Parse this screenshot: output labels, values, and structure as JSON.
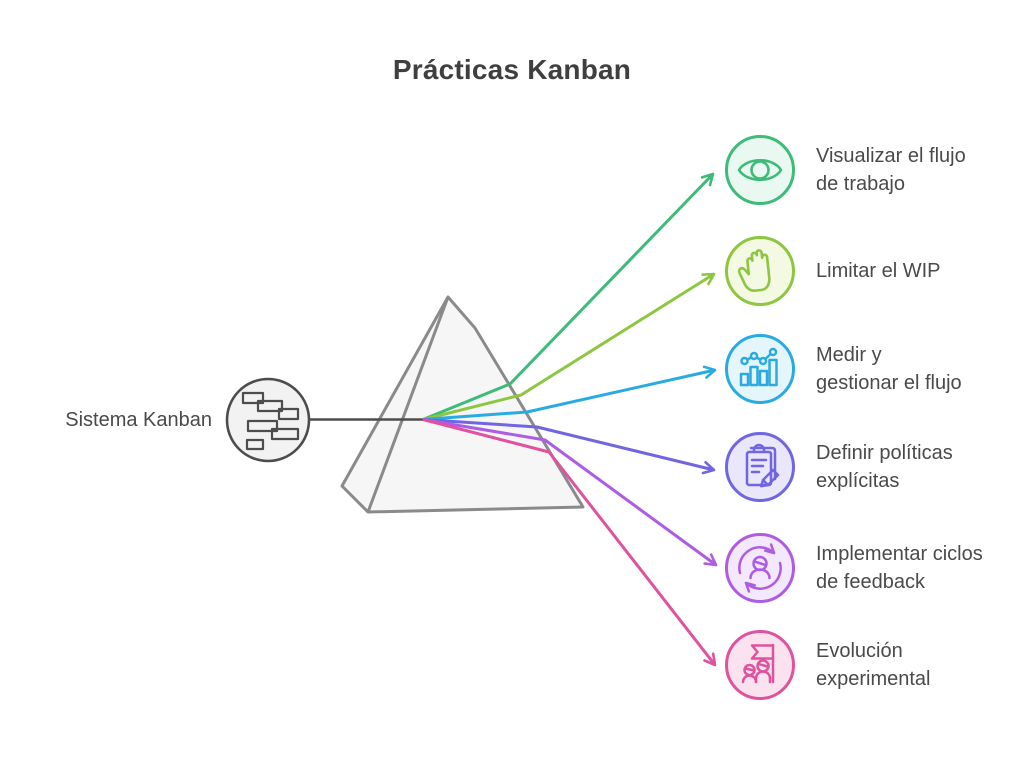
{
  "title": "Prácticas Kanban",
  "source": {
    "label": "Sistema Kanban",
    "ink": "#4d4d4d",
    "fill": "#f2f2f2"
  },
  "prism": {
    "stroke": "#8a8a8a",
    "fill": "#f6f6f6"
  },
  "items": [
    {
      "label": "Visualizar el flujo\nde trabajo",
      "icon": "eye-icon",
      "color": "#3dbb78",
      "tint": "#e9f8f0"
    },
    {
      "label": "Limitar el WIP",
      "icon": "hand-stop-icon",
      "color": "#8dc63f",
      "tint": "#f3f9e3"
    },
    {
      "label": "Medir y\ngestionar el flujo",
      "icon": "bar-line-chart-icon",
      "color": "#29abe2",
      "tint": "#e5f5fc"
    },
    {
      "label": "Definir políticas\nexplícitas",
      "icon": "clipboard-pencil-icon",
      "color": "#7165e2",
      "tint": "#eae7fb"
    },
    {
      "label": "Implementar ciclos\nde feedback",
      "icon": "feedback-cycle-icon",
      "color": "#ad5ce4",
      "tint": "#f4e8fc"
    },
    {
      "label": "Evolución\nexperimental",
      "icon": "team-flag-icon",
      "color": "#e0519e",
      "tint": "#fae3ef"
    }
  ]
}
